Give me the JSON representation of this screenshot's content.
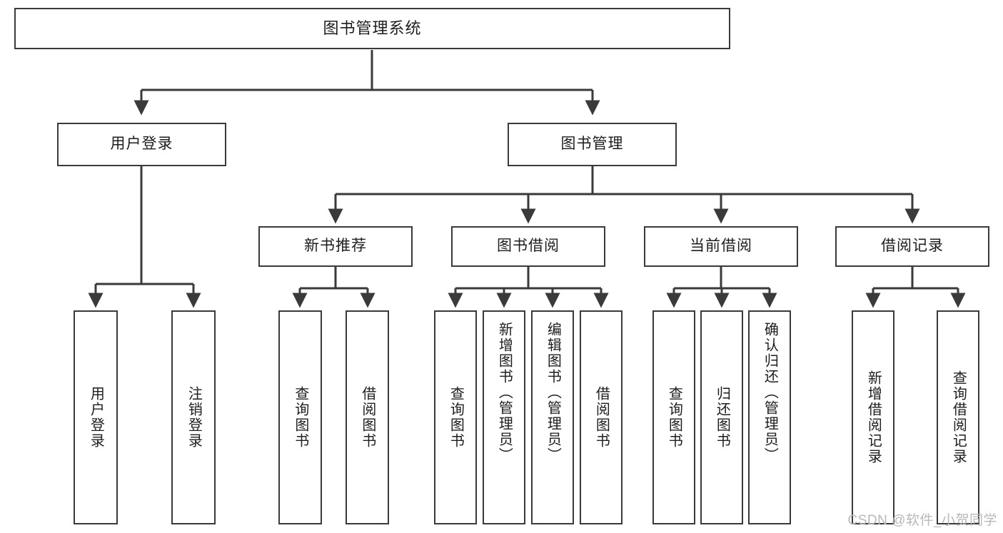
{
  "diagram": {
    "type": "tree",
    "title": "图书管理系统",
    "orientation": "top-down",
    "colors": {
      "box_border": "#3a3a3a",
      "box_fill": "#ffffff",
      "connector": "#3a3a3a",
      "text": "#1d1d1d",
      "watermark": "#b8b8b8",
      "background": "#ffffff"
    },
    "root": {
      "id": "root",
      "label": "图书管理系统"
    },
    "level2": [
      {
        "id": "user-login",
        "label": "用户登录"
      },
      {
        "id": "book-manage",
        "label": "图书管理"
      }
    ],
    "level3": [
      {
        "id": "new-book-rec",
        "label": "新书推荐",
        "parent": "book-manage"
      },
      {
        "id": "book-borrow",
        "label": "图书借阅",
        "parent": "book-manage"
      },
      {
        "id": "current-borrow",
        "label": "当前借阅",
        "parent": "book-manage"
      },
      {
        "id": "borrow-record",
        "label": "借阅记录",
        "parent": "book-manage"
      }
    ],
    "leaves": {
      "user-login": [
        {
          "id": "leaf-user-login",
          "label": "用户登录"
        },
        {
          "id": "leaf-logout",
          "label": "注销登录"
        }
      ],
      "new-book-rec": [
        {
          "id": "leaf-query-book-1",
          "label": "查询图书"
        },
        {
          "id": "leaf-borrow-book-1",
          "label": "借阅图书"
        }
      ],
      "book-borrow": [
        {
          "id": "leaf-query-book-2",
          "label": "查询图书"
        },
        {
          "id": "leaf-add-book",
          "label": "新增图书（管理员）"
        },
        {
          "id": "leaf-edit-book",
          "label": "编辑图书（管理员）"
        },
        {
          "id": "leaf-borrow-book-2",
          "label": "借阅图书"
        }
      ],
      "current-borrow": [
        {
          "id": "leaf-query-book-3",
          "label": "查询图书"
        },
        {
          "id": "leaf-return-book",
          "label": "归还图书"
        },
        {
          "id": "leaf-confirm-return",
          "label": "确认归还（管理员）"
        }
      ],
      "borrow-record": [
        {
          "id": "leaf-add-record",
          "label": "新增借阅记录"
        },
        {
          "id": "leaf-query-record",
          "label": "查询借阅记录"
        }
      ]
    }
  },
  "watermark": {
    "text": "CSDN @软件_小贺同学"
  }
}
